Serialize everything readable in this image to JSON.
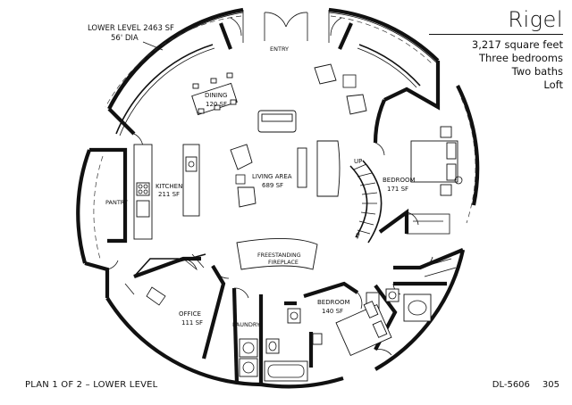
{
  "title": "Rigel",
  "specs": [
    "3,217 square feet",
    "Three bedrooms",
    "Two baths",
    "Loft"
  ],
  "level_note": {
    "line1": "LOWER LEVEL 2463 SF",
    "line2": "56' DIA"
  },
  "rooms": {
    "entry": "ENTRY",
    "dining": {
      "name": "DINING",
      "area": "120 SF"
    },
    "kitchen": {
      "name": "KITCHEN",
      "area": "211 SF"
    },
    "pantry": "PANTRY",
    "living": {
      "name": "LIVING AREA",
      "area": "689 SF"
    },
    "bedroom1": {
      "name": "BEDROOM",
      "area": "171 SF"
    },
    "up": "UP",
    "fireplace": {
      "line1": "FREESTANDING",
      "line2": "FIREPLACE"
    },
    "office": {
      "name": "OFFICE",
      "area": "111 SF"
    },
    "laundry": "LAUNDRY",
    "bedroom2": {
      "name": "BEDROOM",
      "area": "140 SF"
    }
  },
  "footer": {
    "plan": "PLAN 1 OF 2 – LOWER LEVEL",
    "code": "DL-5606",
    "page": "305"
  }
}
